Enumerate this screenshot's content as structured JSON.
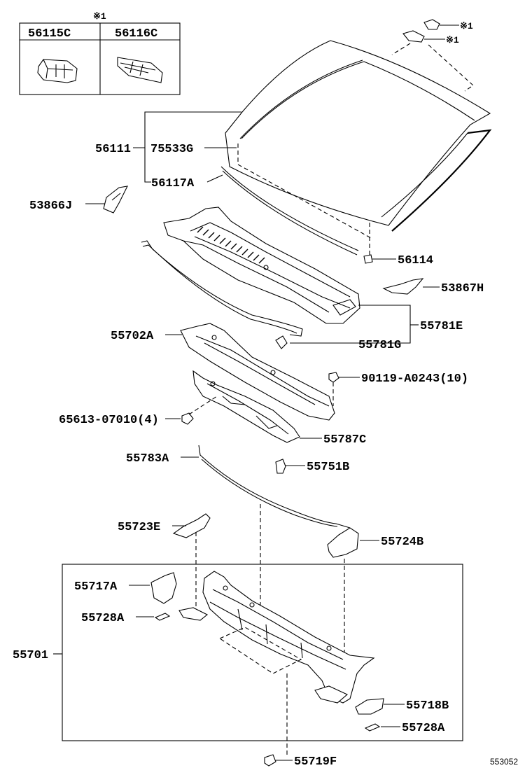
{
  "diagram": {
    "note_mark": "※1",
    "inset_table": {
      "header_mark": "※1",
      "columns": [
        "56115C",
        "56116C"
      ]
    },
    "windshield_marks": [
      "※1",
      "※1"
    ],
    "labels": {
      "l56111": "56111",
      "l75533G": "75533G",
      "l56117A": "56117A",
      "l53866J": "53866J",
      "l56114": "56114",
      "l53867H": "53867H",
      "l55781E": "55781E",
      "l55702A": "55702A",
      "l55781G": "55781G",
      "l90119": "90119-A0243(10)",
      "l65613": "65613-07010(4)",
      "l55787C": "55787C",
      "l55783A": "55783A",
      "l55751B": "55751B",
      "l55723E": "55723E",
      "l55724B": "55724B",
      "l55717A": "55717A",
      "l55728A_top": "55728A",
      "l55701": "55701",
      "l55718B": "55718B",
      "l55728A_bottom": "55728A",
      "l55719F": "55719F"
    },
    "figure_code": "553052"
  }
}
